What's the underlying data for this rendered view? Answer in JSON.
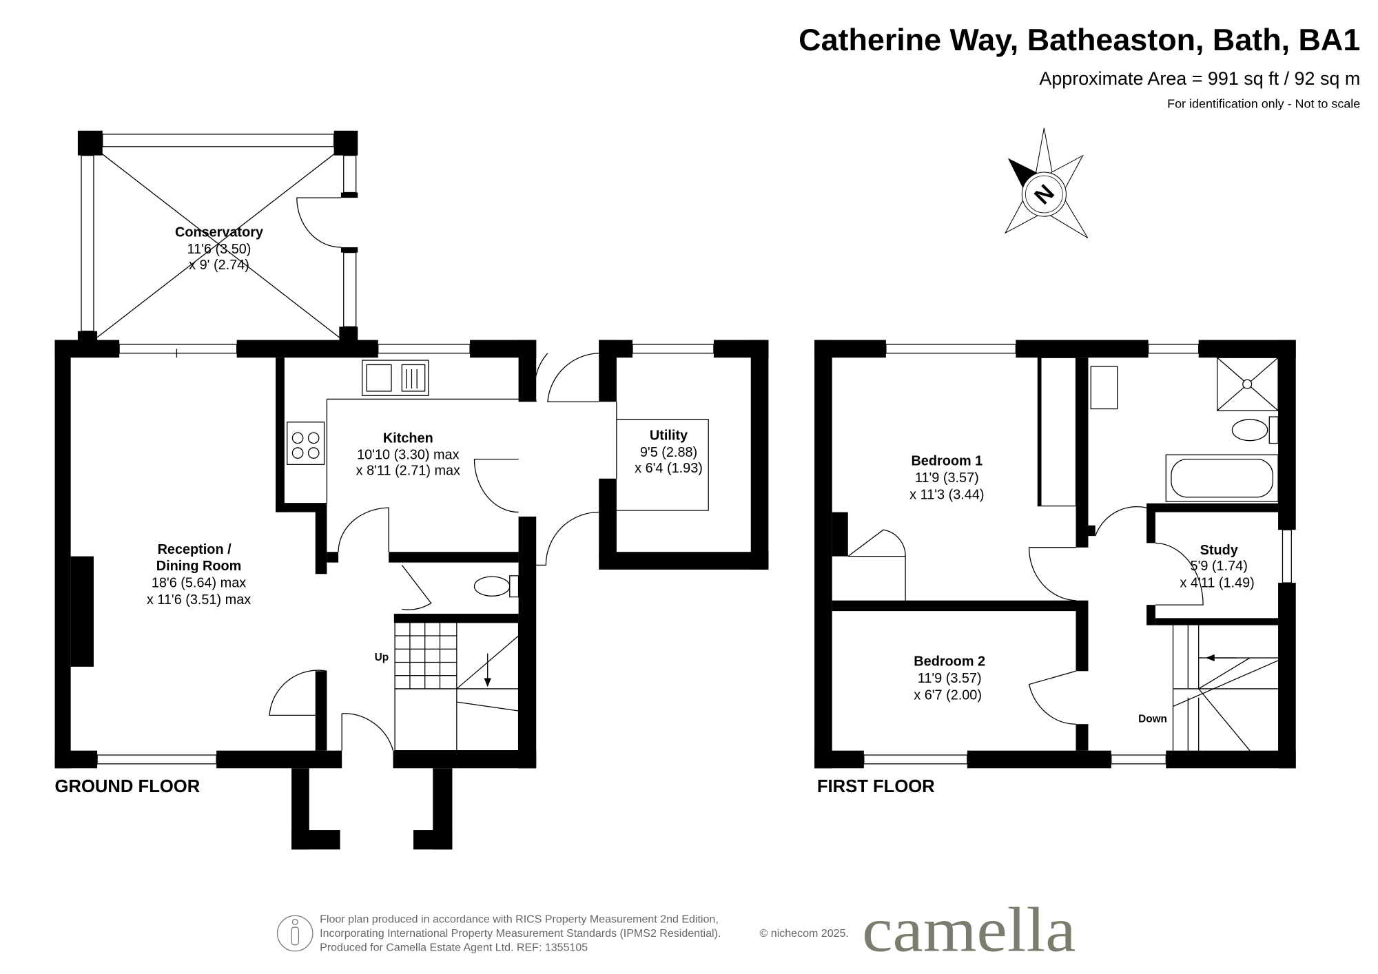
{
  "header": {
    "title": "Catherine Way, Batheaston, Bath, BA1",
    "area": "Approximate Area = 991 sq ft / 92 sq m",
    "note": "For identification only - Not to scale"
  },
  "compass": {
    "label": "N",
    "icon": "compass-icon"
  },
  "ground_floor": {
    "label": "GROUND FLOOR",
    "rooms": [
      {
        "name": "Conservatory",
        "dims": [
          "11'6 (3.50)",
          "x 9' (2.74)"
        ]
      },
      {
        "name": "Kitchen",
        "dims": [
          "10'10 (3.30) max",
          "x 8'11 (2.71) max"
        ]
      },
      {
        "name": "Utility",
        "dims": [
          "9'5 (2.88)",
          "x 6'4 (1.93)"
        ]
      },
      {
        "name_lines": [
          "Reception /",
          "Dining Room"
        ],
        "dims": [
          "18'6 (5.64) max",
          "x 11'6 (3.51) max"
        ]
      }
    ],
    "stairs_label": "Up"
  },
  "first_floor": {
    "label": "FIRST FLOOR",
    "rooms": [
      {
        "name": "Bedroom 1",
        "dims": [
          "11'9 (3.57)",
          "x 11'3 (3.44)"
        ]
      },
      {
        "name": "Bedroom 2",
        "dims": [
          "11'9 (3.57)",
          "x 6'7 (2.00)"
        ]
      },
      {
        "name": "Study",
        "dims": [
          "5'9 (1.74)",
          "x 4'11 (1.49)"
        ]
      }
    ],
    "stairs_label": "Down"
  },
  "footer": {
    "lines": [
      "Floor plan produced in accordance with RICS Property Measurement 2nd Edition,",
      "Incorporating International Property Measurement Standards (IPMS2 Residential).",
      "Produced for Camella Estate Agent Ltd.   REF: 1355105"
    ],
    "copyright": "© nichecom 2025.",
    "logo": "camella",
    "logo_color": "#7a7c6e"
  }
}
